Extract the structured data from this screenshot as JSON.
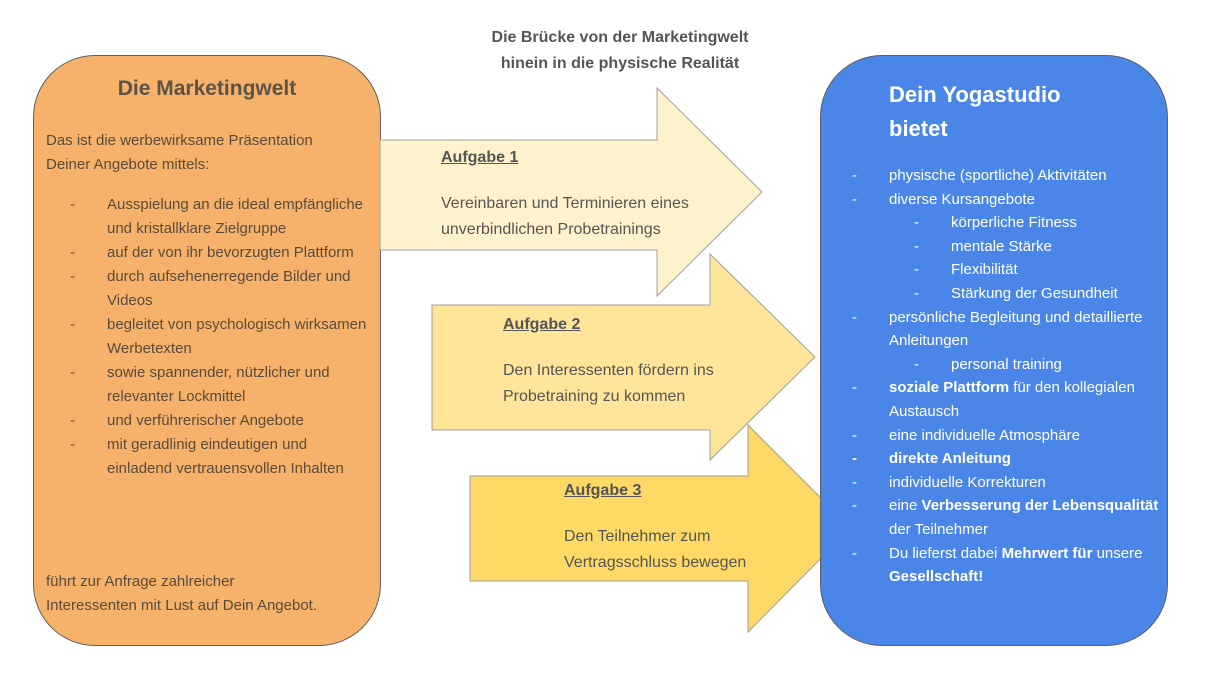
{
  "header": {
    "line1": "Die Brücke von der Marketingwelt",
    "line2": "hinein in die physische Realität"
  },
  "left": {
    "title": "Die Marketingwelt",
    "intro": [
      "Das ist die werbewirksame Präsentation",
      "Deiner Angebote mittels:"
    ],
    "items": [
      "Ausspielung an die ideal empfängliche und kristallklare Zielgruppe",
      "auf der von ihr bevorzugten Plattform",
      "durch aufsehenerregende Bilder und Videos",
      "begleitet von psychologisch wirksamen Werbetexten",
      "sowie spannender, nützlicher und relevanter Lockmittel",
      "und verführerischer Angebote",
      "mit geradlinig eindeutigen und einladend vertrauensvollen Inhalten"
    ],
    "outro": [
      "führt zur Anfrage zahlreicher",
      "Interessenten mit Lust auf Dein Angebot."
    ],
    "dash": "-",
    "color": "#f6b26b"
  },
  "arrows": [
    {
      "title": "Aufgabe 1",
      "text": "Vereinbaren und Terminieren eines unverbindlichen Probetrainings",
      "color": "#fff2cc"
    },
    {
      "title": "Aufgabe 2",
      "text": "Den Interessenten fördern ins Probetraining zu kommen",
      "color": "#ffe599"
    },
    {
      "title": "Aufgabe 3",
      "text": "Den Teilnehmer zum Vertragsschluss bewegen",
      "color": "#ffd966"
    }
  ],
  "right": {
    "title": "Dein Yogastudio bietet",
    "color": "#4a86e8",
    "items": [
      {
        "level": 1,
        "parts": [
          {
            "t": "physische (sportliche) Aktivitäten"
          }
        ]
      },
      {
        "level": 1,
        "parts": [
          {
            "t": "diverse Kursangebote"
          }
        ]
      },
      {
        "level": 2,
        "parts": [
          {
            "t": "körperliche Fitness"
          }
        ]
      },
      {
        "level": 2,
        "parts": [
          {
            "t": "mentale Stärke"
          }
        ]
      },
      {
        "level": 2,
        "parts": [
          {
            "t": "Flexibilität"
          }
        ]
      },
      {
        "level": 2,
        "parts": [
          {
            "t": "Stärkung der Gesundheit"
          }
        ]
      },
      {
        "level": 1,
        "parts": [
          {
            "t": "persönliche Begleitung und detaillierte Anleitungen"
          }
        ]
      },
      {
        "level": 2,
        "parts": [
          {
            "t": "personal training"
          }
        ]
      },
      {
        "level": 1,
        "parts": [
          {
            "t": "soziale Plattform",
            "b": true
          },
          {
            "t": " für den kollegialen Austausch"
          }
        ]
      },
      {
        "level": 1,
        "parts": [
          {
            "t": "eine individuelle Atmosphäre"
          }
        ]
      },
      {
        "level": 1,
        "parts": [
          {
            "t": "direkte Anleitung",
            "b": true
          }
        ]
      },
      {
        "level": 1,
        "parts": [
          {
            "t": "individuelle Korrekturen"
          }
        ]
      },
      {
        "level": 1,
        "parts": [
          {
            "t": "eine "
          },
          {
            "t": "Verbesserung der Lebensqualität",
            "b": true
          },
          {
            "t": " der Teilnehmer"
          }
        ]
      },
      {
        "level": 1,
        "parts": [
          {
            "t": "Du lieferst dabei "
          },
          {
            "t": "Mehrwert für",
            "b": true
          },
          {
            "t": " unsere "
          },
          {
            "t": "Gesellschaft!",
            "b": true
          }
        ]
      }
    ]
  }
}
